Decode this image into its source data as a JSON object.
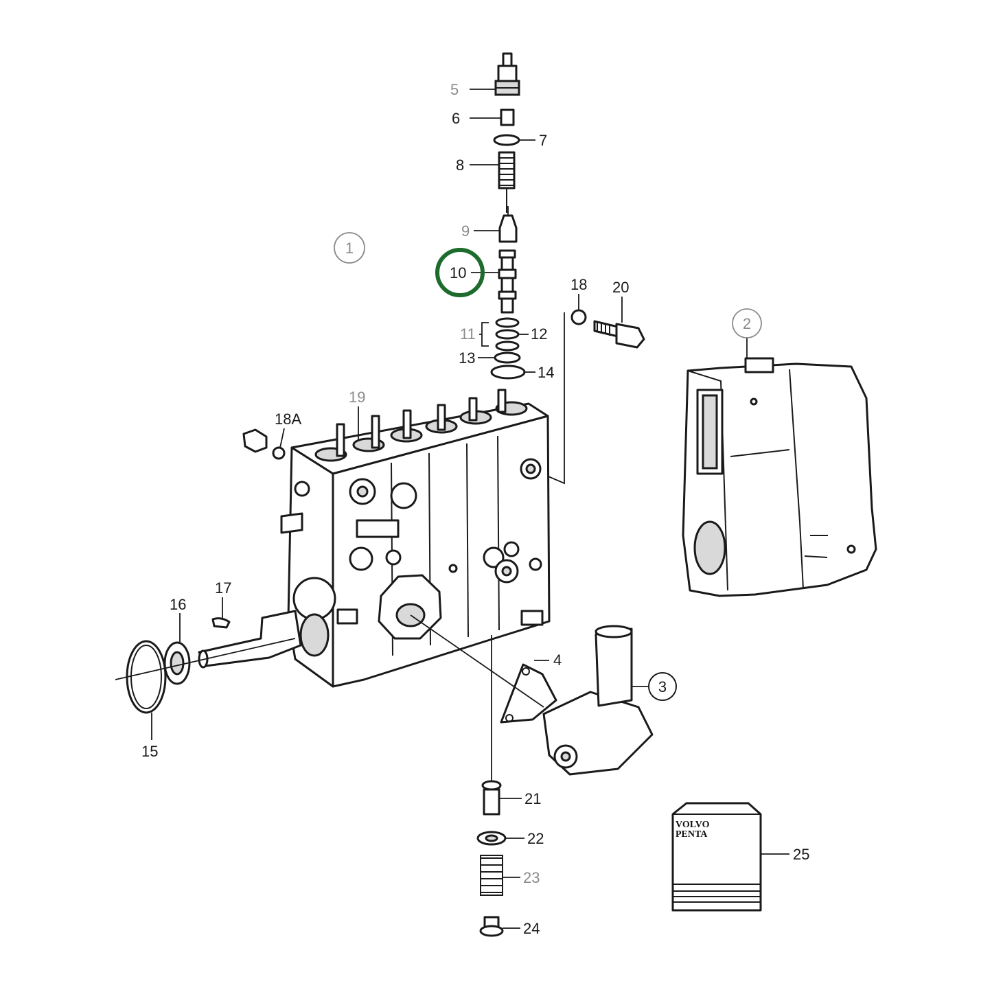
{
  "colors": {
    "line": "#1a1a1a",
    "grey_label": "#8a8a8a",
    "highlight_ring": "#1e6b2e",
    "background": "#ffffff"
  },
  "callouts": {
    "assembly_1": "1",
    "assembly_2": "2",
    "part_3": "3",
    "part_4": "4",
    "part_5": "5",
    "part_6": "6",
    "part_7": "7",
    "part_8": "8",
    "part_9": "9",
    "part_10": "10",
    "part_11": "11",
    "part_12": "12",
    "part_13": "13",
    "part_14": "14",
    "part_15": "15",
    "part_16": "16",
    "part_17": "17",
    "part_18": "18",
    "part_18a": "18A",
    "part_19": "19",
    "part_20": "20",
    "part_21": "21",
    "part_22": "22",
    "part_23": "23",
    "part_24": "24",
    "part_25": "25"
  },
  "highlighted_callout": "10",
  "kit_logo": {
    "line1": "VOLVO",
    "line2": "PENTA"
  }
}
